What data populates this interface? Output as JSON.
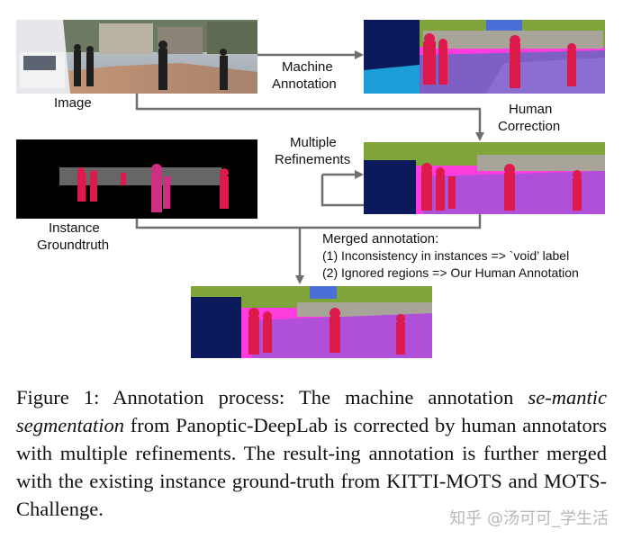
{
  "labels": {
    "image": "Image",
    "machine_annotation_1": "Machine",
    "machine_annotation_2": "Annotation",
    "human_correction_1": "Human",
    "human_correction_2": "Correction",
    "multiple_refinements_1": "Multiple",
    "multiple_refinements_2": "Refinements",
    "instance_gt_1": "Instance",
    "instance_gt_2": "Groundtruth",
    "merged_title": "Merged annotation:",
    "merged_line1": "(1) Inconsistency in instances => `void’ label",
    "merged_line2": "(2) Ignored regions => Our Human Annotation"
  },
  "caption": {
    "prefix": "Figure 1: Annotation process: The machine annotation ",
    "emphasis": "se-mantic segmentation",
    "suffix": " from Panoptic-DeepLab is corrected by human annotators with multiple refinements. The result-ing annotation is further merged with the existing instance ground-truth from KITTI-MOTS and MOTS-Challenge."
  },
  "watermark": "知乎 @汤可可_学生活",
  "colors": {
    "sky": "#4a6fd6",
    "vegetation": "#7ea43a",
    "building": "#a8a49a",
    "road": "#b04fd8",
    "sidewalk": "#ff3cde",
    "person": "#dd1a4c",
    "car": "#0a1a5a",
    "void_gray": "#666666",
    "arrow": "#6f6f6f"
  }
}
